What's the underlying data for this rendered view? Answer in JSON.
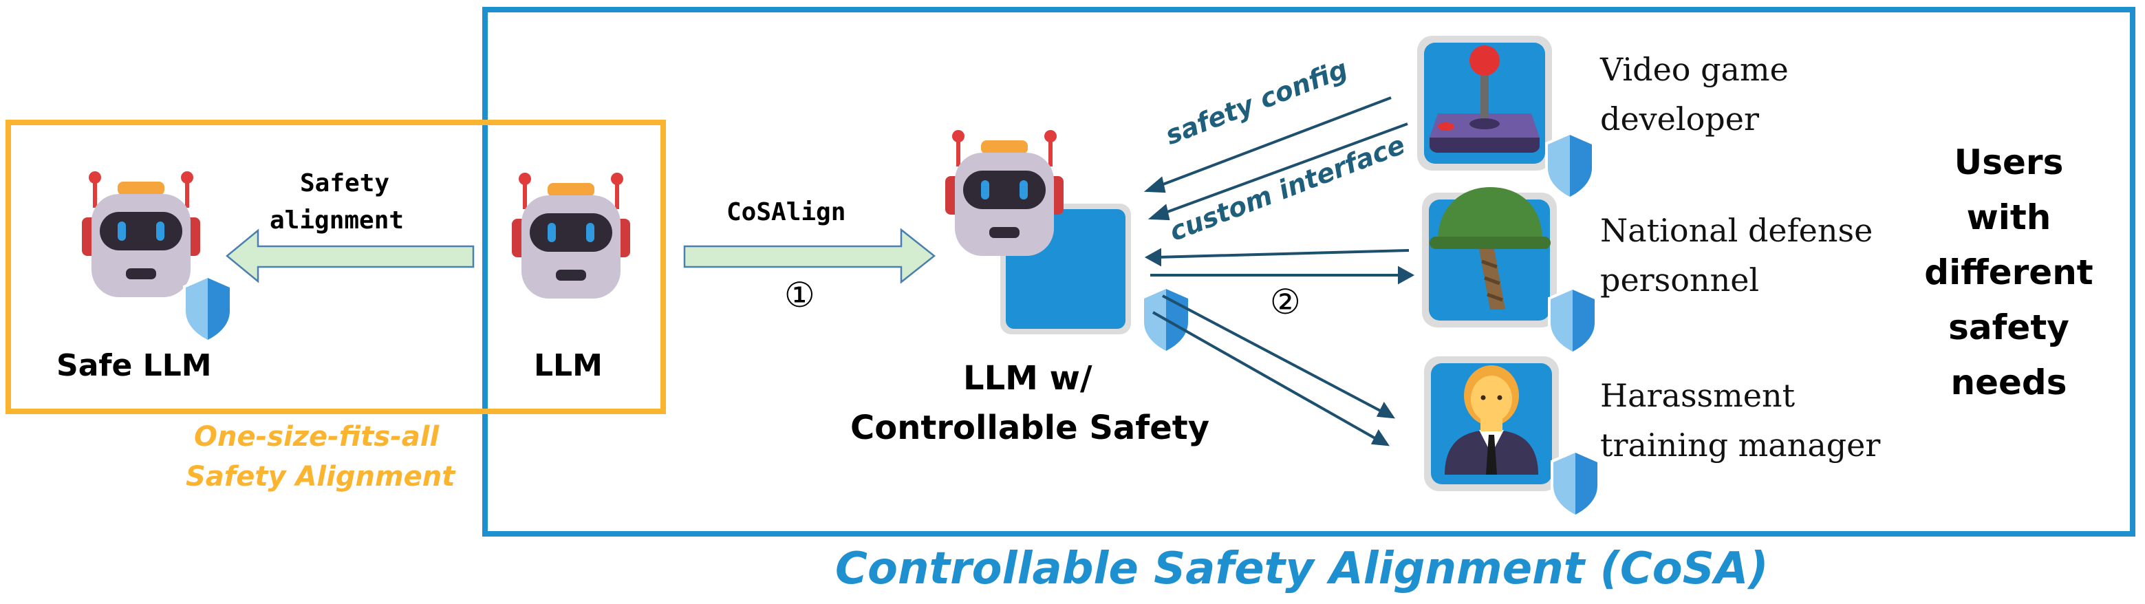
{
  "labels": {
    "safe_llm": "Safe LLM",
    "llm": "LLM",
    "safety_alignment_line1": "Safety",
    "safety_alignment_line2": "alignment",
    "one_size_line1": "One-size-fits-all",
    "one_size_line2": "Safety Alignment",
    "cosalign": "CoSAlign",
    "step1": "①",
    "step2": "②",
    "controllable_line1": "LLM w/",
    "controllable_line2": "Controllable Safety",
    "safety_config": "safety config",
    "custom_interface": "custom interface",
    "users_line1": "Users",
    "users_line2": "with",
    "users_line3": "different",
    "users_line4": "safety",
    "users_line5": "needs",
    "footer": "Controllable Safety Alignment (CoSA)"
  },
  "users": [
    {
      "line1": "Video game",
      "line2": "developer",
      "icon": "joystick-icon"
    },
    {
      "line1": "National defense",
      "line2": "personnel",
      "icon": "military-helmet-icon"
    },
    {
      "line1": "Harassment",
      "line2": "training manager",
      "icon": "manager-person-icon"
    }
  ],
  "colors": {
    "blue_frame": "#1e90d0",
    "orange_frame": "#fbb430",
    "green_arrow": "#d4edd1",
    "arrow_outline": "#4a7fb0",
    "dark_arrow": "#1d4f6e",
    "teal_text": "#1f5f7c"
  }
}
